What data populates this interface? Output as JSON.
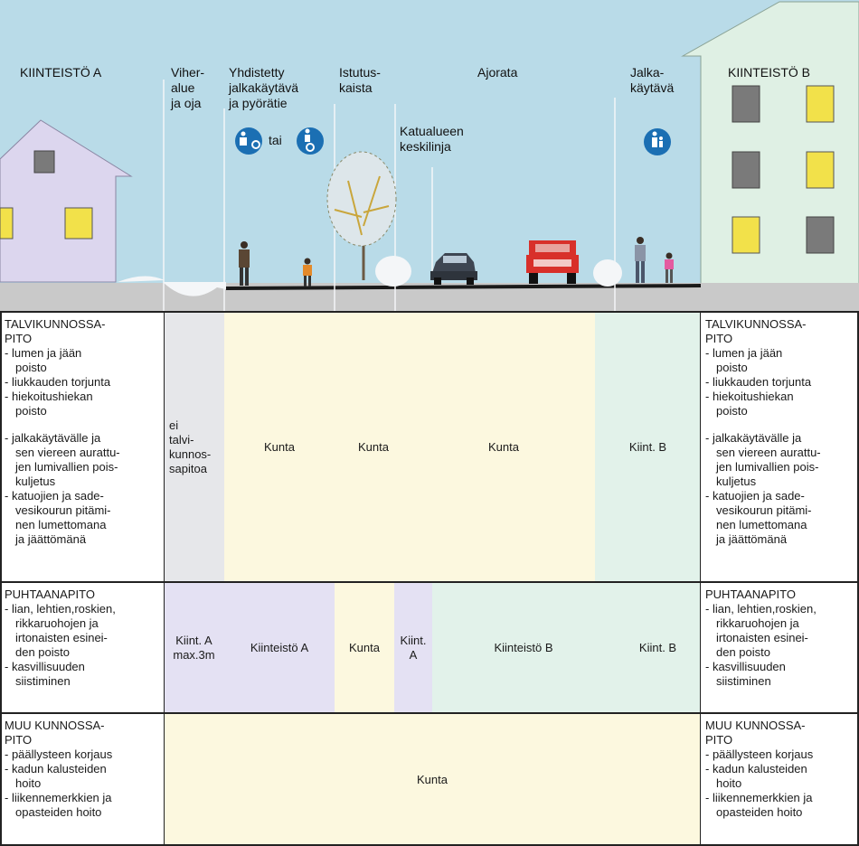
{
  "colors": {
    "sky": "#b9dbe8",
    "house_a": "#dcd6ee",
    "house_b": "#dff0e4",
    "road": "#c9c9c9",
    "zone_gray": "#e6e7ea",
    "zone_yellow": "#fcf8df",
    "zone_lilac": "#e4e1f3",
    "zone_mint": "#e2f2ea",
    "sign_blue": "#1b6fb3",
    "car_red": "#d8302a"
  },
  "illustration": {
    "kiinteisto_a": "KIINTEISTÖ A",
    "kiinteisto_b": "KIINTEISTÖ B",
    "viheralue": "Viher-\nalue\nja oja",
    "yhdistetty": "Yhdistetty\njalkakäytävä\nja pyörätie",
    "tai": "tai",
    "istutuskaista": "Istutus-\nkaista",
    "ajorata": "Ajorata",
    "katualue": "Katualueen\nkeskilinja",
    "jalkakaytava": "Jalka-\nkäytävä",
    "icons": [
      "pedestrian-bicycle-sign-icon",
      "pedestrian-sign-icon",
      "tree-icon",
      "car-icon",
      "pickup-truck-icon",
      "person-icon"
    ]
  },
  "talvi": {
    "heading": "TALVIKUNNOSSA-\nPITO",
    "items": [
      "lumen ja jään\npoisto",
      "liukkauden torjunta",
      "hiekoitushiekan\npoisto",
      "jalkakäytävälle ja\nsen viereen aurattu-\njen lumivallien pois-\nkuljetus",
      "katuojien ja sade-\nvesikourun pitämi-\nnen lumettomana\nja jäättömänä"
    ],
    "zones": [
      "ei\ntalvi-\nkunnos-\nsapitoa",
      "Kunta",
      "Kunta",
      "Kunta",
      "Kiint. B"
    ]
  },
  "puhtaana": {
    "heading": "PUHTAANAPITO",
    "items": [
      "lian, lehtien,roskien,\nrikkaruohojen ja\nirtonaisten esinei-\nden poisto",
      "kasvillisuuden\nsiistiminen"
    ],
    "zones": [
      "Kiint. A\nmax.3m",
      "Kiinteistö A",
      "Kunta",
      "Kiint.\nA",
      "Kiinteistö B",
      "Kiint. B"
    ]
  },
  "muu": {
    "heading": "MUU KUNNOSSA-\nPITO",
    "items": [
      "päällysteen korjaus",
      "kadun kalusteiden\nhoito",
      "liikennemerkkien ja\nopasteiden hoito"
    ],
    "zones": [
      "Kunta"
    ]
  }
}
